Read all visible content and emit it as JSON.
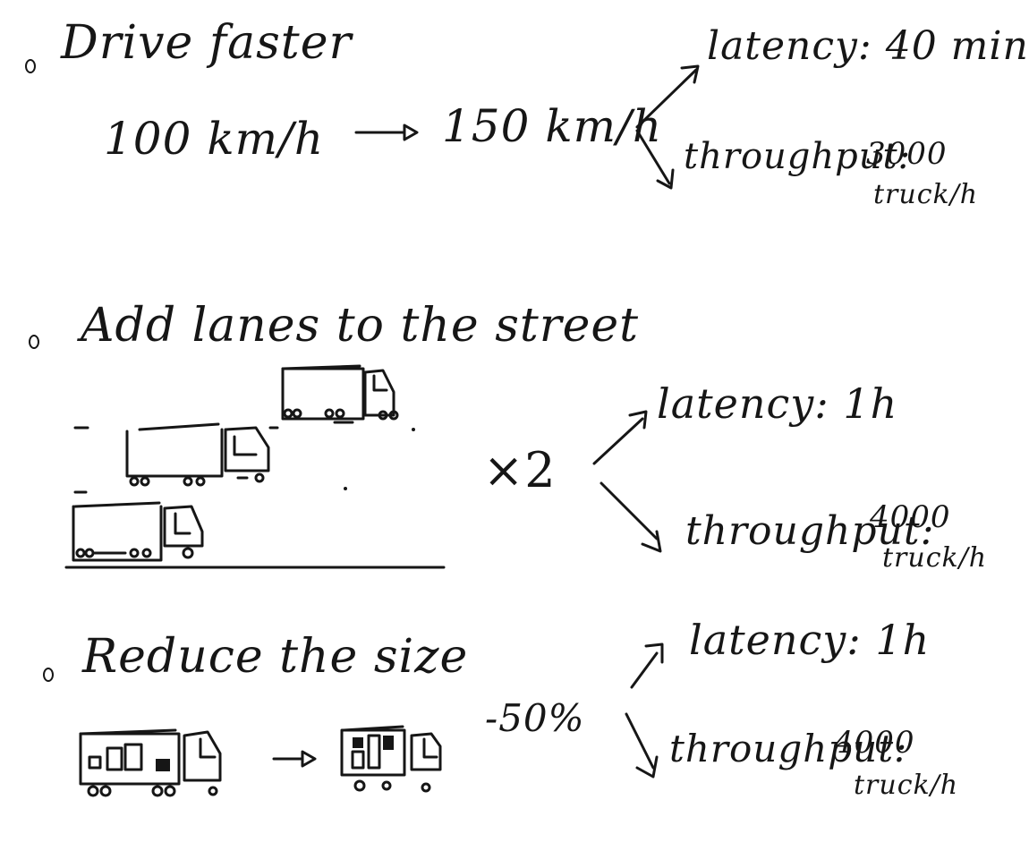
{
  "sections": [
    {
      "title": "Drive faster",
      "from": "100 km/h",
      "to": "150 km/h",
      "latency": {
        "label": "latency",
        "value": "40 min"
      },
      "throughput": {
        "label": "throughput",
        "value": "3000",
        "unit": "truck/h"
      }
    },
    {
      "title": "Add lanes to the street",
      "operator": "×2",
      "latency": {
        "label": "latency",
        "value": "1h"
      },
      "throughput": {
        "label": "throughput",
        "value": "4000",
        "unit": "truck/h"
      }
    },
    {
      "title": "Reduce the size",
      "operator": "-50%",
      "latency": {
        "label": "latency",
        "value": "1h"
      },
      "throughput": {
        "label": "throughput",
        "value": "4000",
        "unit": "truck/h"
      }
    }
  ],
  "separator": ":",
  "icons": [
    "truck-icon",
    "arrow-icon",
    "bullet-icon"
  ]
}
